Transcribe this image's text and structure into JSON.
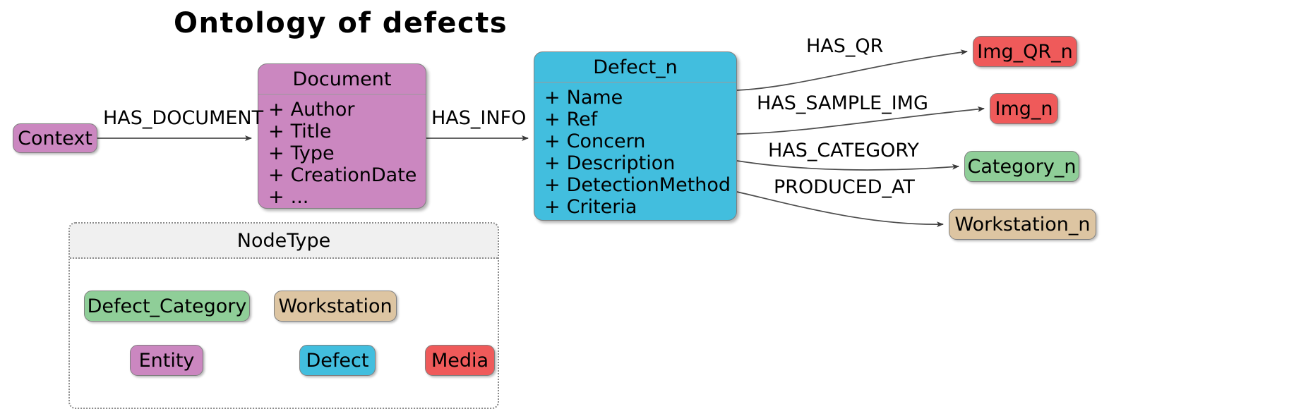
{
  "title": "Ontology of defects",
  "colors": {
    "entity": "#cb87c0",
    "defect": "#42bede",
    "media": "#ef5a5a",
    "category": "#8fce98",
    "workstation": "#ddc5a2",
    "legend_header": "#f0f0f0",
    "border": "#808080",
    "edge": "#4d4d4d"
  },
  "nodes": {
    "context": {
      "label": "Context",
      "type": "Entity"
    },
    "document": {
      "title": "Document",
      "type": "Entity",
      "attributes": [
        "Author",
        "Title",
        "Type",
        "CreationDate",
        "..."
      ]
    },
    "defect": {
      "title": "Defect_n",
      "type": "Defect",
      "attributes": [
        "Name",
        "Ref",
        "Concern",
        "Description",
        "DetectionMethod",
        "Criteria"
      ]
    },
    "img_qr": {
      "label": "Img_QR_n",
      "type": "Media"
    },
    "img": {
      "label": "Img_n",
      "type": "Media"
    },
    "category": {
      "label": "Category_n",
      "type": "Defect_Category"
    },
    "workstation": {
      "label": "Workstation_n",
      "type": "Workstation"
    }
  },
  "edges": [
    {
      "label": "HAS_DOCUMENT",
      "from": "context",
      "to": "document"
    },
    {
      "label": "HAS_INFO",
      "from": "document",
      "to": "defect"
    },
    {
      "label": "HAS_QR",
      "from": "defect",
      "to": "img_qr"
    },
    {
      "label": "HAS_SAMPLE_IMG",
      "from": "defect",
      "to": "img"
    },
    {
      "label": "HAS_CATEGORY",
      "from": "defect",
      "to": "category"
    },
    {
      "label": "PRODUCED_AT",
      "from": "defect",
      "to": "workstation"
    }
  ],
  "legend": {
    "title": "NodeType",
    "items": [
      {
        "label": "Defect_Category",
        "color_key": "category"
      },
      {
        "label": "Workstation",
        "color_key": "workstation"
      },
      {
        "label": "Entity",
        "color_key": "entity"
      },
      {
        "label": "Defect",
        "color_key": "defect"
      },
      {
        "label": "Media",
        "color_key": "media"
      }
    ]
  },
  "attr_prefix": "+"
}
